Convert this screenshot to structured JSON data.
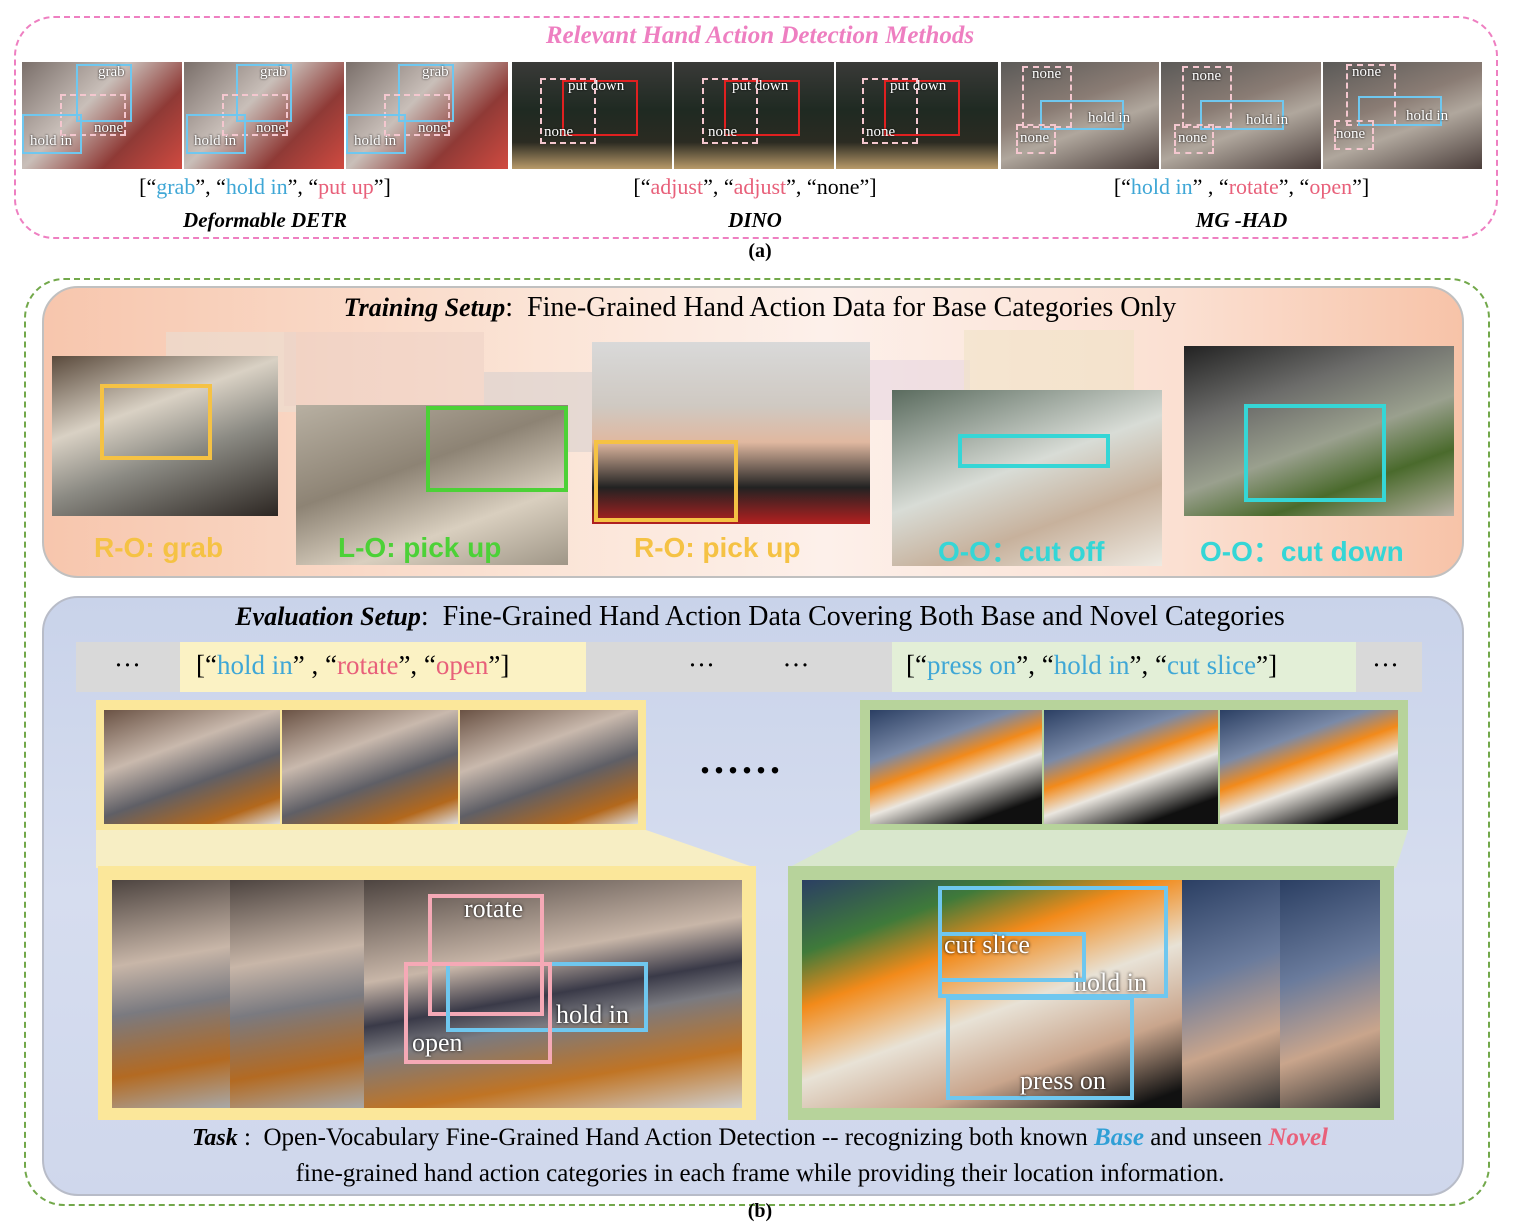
{
  "colors": {
    "base_blue": "#3fa7d6",
    "novel_pink": "#e8607a",
    "yellow": "#f5c244",
    "green": "#4cd137",
    "cyan": "#35d6d6",
    "pink_dash": "#ee7fc1",
    "green_dash": "#72a84a"
  },
  "panel_a": {
    "title": "Relevant  Hand Action Detection Methods",
    "label": "(a)",
    "methods": [
      {
        "name": "Deformable DETR",
        "box_labels": [
          "grab",
          "none",
          "hold in"
        ],
        "preds": [
          {
            "text": "grab",
            "kind": "base"
          },
          {
            "text": "hold in",
            "kind": "base"
          },
          {
            "text": "put up",
            "kind": "novel"
          }
        ]
      },
      {
        "name": "DINO",
        "box_labels": [
          "put down",
          "none"
        ],
        "preds": [
          {
            "text": "adjust",
            "kind": "novel"
          },
          {
            "text": "adjust",
            "kind": "novel"
          },
          {
            "text": "none",
            "kind": "plain"
          }
        ]
      },
      {
        "name": "MG -HAD",
        "box_labels": [
          "none",
          "hold in",
          "none"
        ],
        "preds": [
          {
            "text": "hold in",
            "kind": "base"
          },
          {
            "text": "rotate",
            "kind": "novel"
          },
          {
            "text": "open",
            "kind": "novel"
          }
        ]
      }
    ]
  },
  "panel_b": {
    "label": "(b)",
    "training": {
      "title_italic": "Training Setup",
      "title_rest": "Fine-Grained Hand Action Data for Base Categories Only",
      "actions": [
        {
          "label": "R-O: grab",
          "color": "#f5c244"
        },
        {
          "label": "L-O: pick up",
          "color": "#4cd137"
        },
        {
          "label": "R-O: pick up",
          "color": "#f5c244"
        },
        {
          "label": "O-O：cut off",
          "color": "#35d6d6"
        },
        {
          "label": "O-O：cut down",
          "color": "#35d6d6"
        }
      ]
    },
    "evaluation": {
      "title_italic": "Evaluation Setup",
      "title_rest": "Fine-Grained Hand Action Data Covering Both Base and Novel Categories",
      "ellipsis": "···",
      "ellipsis_mid": "···          ···",
      "ellipsis_dots": "......",
      "seq1": [
        {
          "text": "hold in",
          "kind": "base"
        },
        {
          "text": "rotate",
          "kind": "novel"
        },
        {
          "text": "open",
          "kind": "novel"
        }
      ],
      "seq2": [
        {
          "text": "press on",
          "kind": "base"
        },
        {
          "text": "hold in",
          "kind": "base"
        },
        {
          "text": "cut slice",
          "kind": "base"
        }
      ],
      "zoom1_labels": [
        "rotate",
        "hold in",
        "open"
      ],
      "zoom2_labels": [
        "cut slice",
        "hold in",
        "press on"
      ]
    },
    "task": {
      "label": "Task",
      "line1_a": "Open-Vocabulary Fine-Grained Hand Action Detection -- recognizing both known",
      "base_word": "Base",
      "line1_b": "and unseen",
      "novel_word": "Novel",
      "line2": "fine-grained hand action categories in each frame while providing their location information."
    }
  }
}
